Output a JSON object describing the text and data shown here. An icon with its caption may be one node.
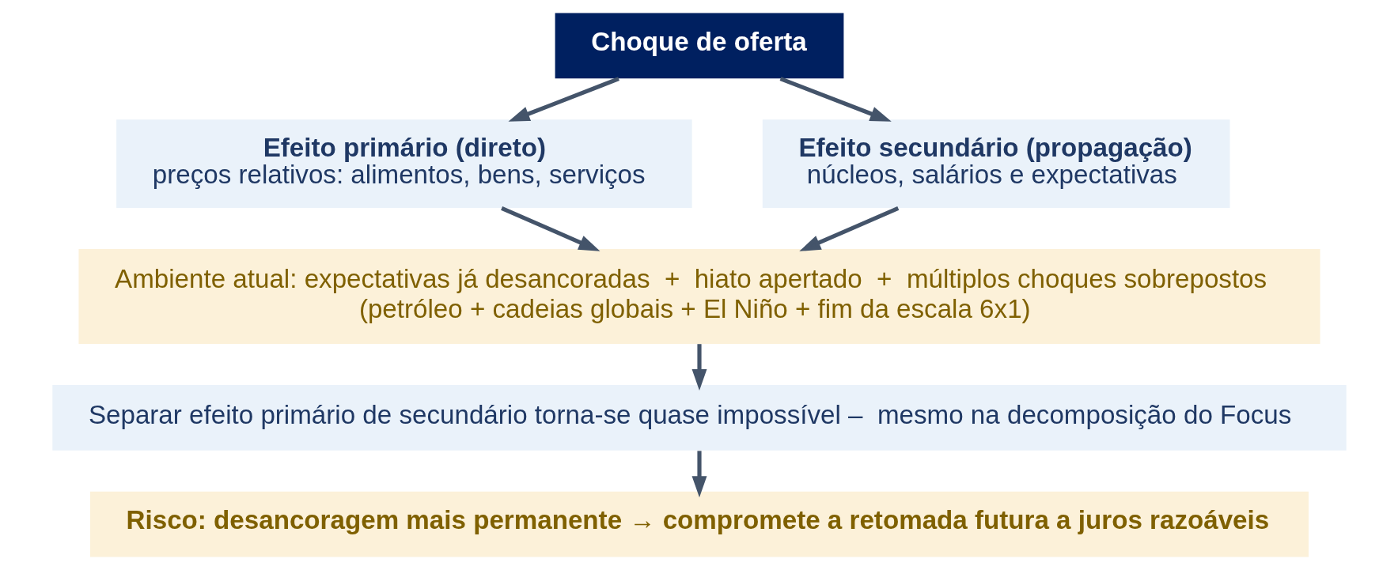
{
  "diagram": {
    "nodes": [
      {
        "text": [
          "Choque de oferta"
        ]
      },
      {
        "text": [
          "Efeito primário (direto)",
          "preços relativos: alimentos, bens, serviços"
        ]
      },
      {
        "text": [
          "Efeito secundário (propagação)",
          "núcleos, salários e expectativas"
        ]
      },
      {
        "text": [
          "Ambiente atual: expectativas já desancoradas  +  hiato apertado  +  múltiplos choques sobrepostos",
          "(petróleo + cadeias globais + El Niño + fim da escala 6x1)"
        ]
      },
      {
        "text": [
          "Separar efeito primário de secundário torna-se quase impossível –  mesmo na decomposição do Focus"
        ]
      },
      {
        "text": [
          "Risco: desancoragem mais permanente → compromete a retomada futura a juros razoáveis"
        ]
      }
    ],
    "edges": [
      {
        "from": 0,
        "to": 1,
        "arrow": "to"
      },
      {
        "from": 0,
        "to": 2,
        "arrow": "to"
      },
      {
        "from": 1,
        "to": 3,
        "arrow": "to"
      },
      {
        "from": 2,
        "to": 3,
        "arrow": "to"
      },
      {
        "from": 3,
        "to": 4,
        "arrow": "to"
      },
      {
        "from": 4,
        "to": 5,
        "arrow": "to"
      }
    ]
  }
}
